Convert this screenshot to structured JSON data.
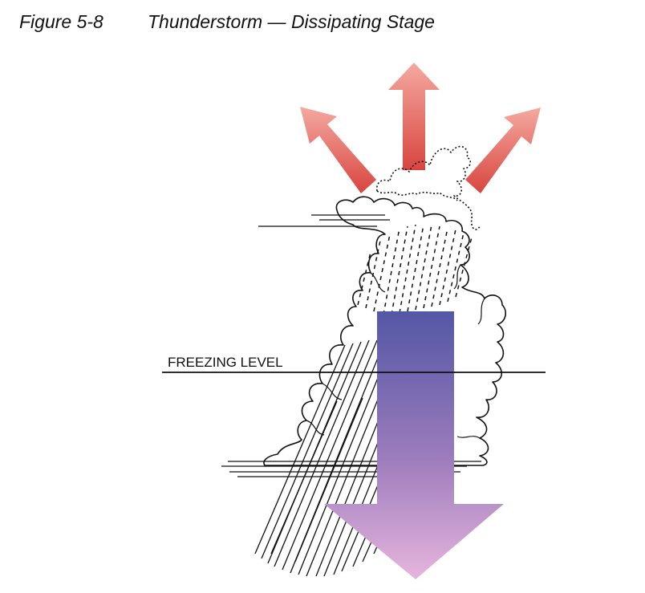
{
  "caption": {
    "figure_number": "Figure 5-8",
    "title": "Thunderstorm — Dissipating Stage"
  },
  "diagram": {
    "freezing_level_label": "FREEZING LEVEL",
    "colors": {
      "outflow_arrows": "#e8766c",
      "downdraft_top": "#5457a6",
      "downdraft_bottom": "#e3b2dc",
      "outline": "#111111"
    },
    "icons": [
      "outflow-arrow",
      "downdraft-arrow",
      "rain-streak",
      "cloud-outline"
    ]
  }
}
